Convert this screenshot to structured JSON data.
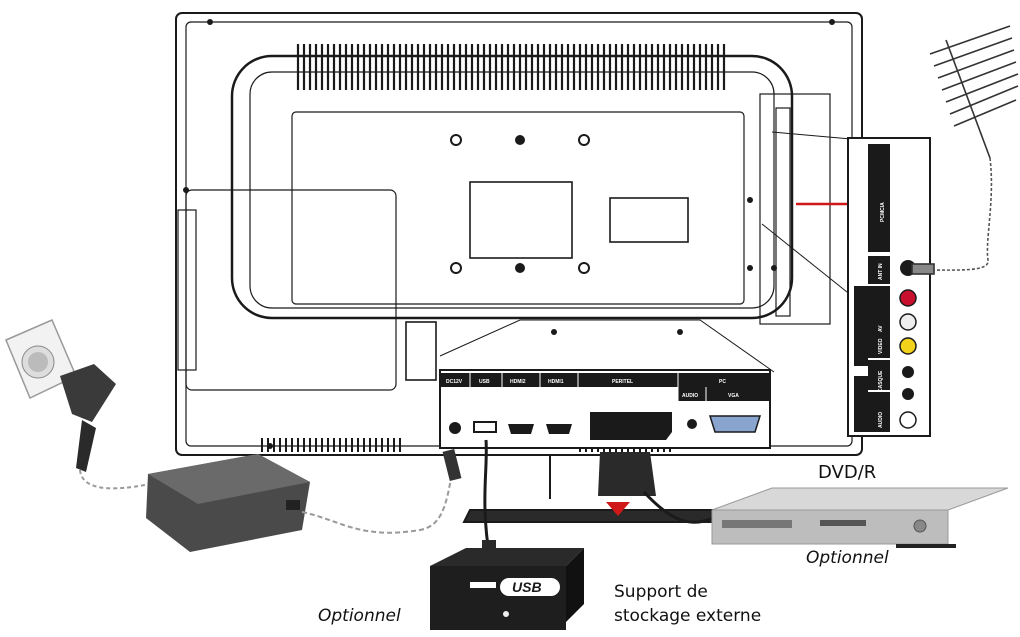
{
  "labels": {
    "dvd": "DVD/R",
    "optional_dvd": "Optionnel",
    "optional_usb": "Optionnel",
    "storage_line1": "Support de",
    "storage_line2": "stockage externe"
  },
  "bottom_ports": [
    "DC12V",
    "USB",
    "HDMI2",
    "HDMI1",
    "PERITEL",
    "PC"
  ],
  "pc_sub": [
    "AUDIO",
    "VGA"
  ],
  "side_ports": [
    "PCMCIA",
    "ANT IN",
    "AV",
    "VIDEO",
    "CASQUE",
    "AUDIO"
  ],
  "usb_logo": "USB",
  "colors": {
    "cable_red": "#d01818",
    "rca_red": "#c8102e",
    "rca_yellow": "#f2d21b",
    "line": "#1a1a1a"
  }
}
